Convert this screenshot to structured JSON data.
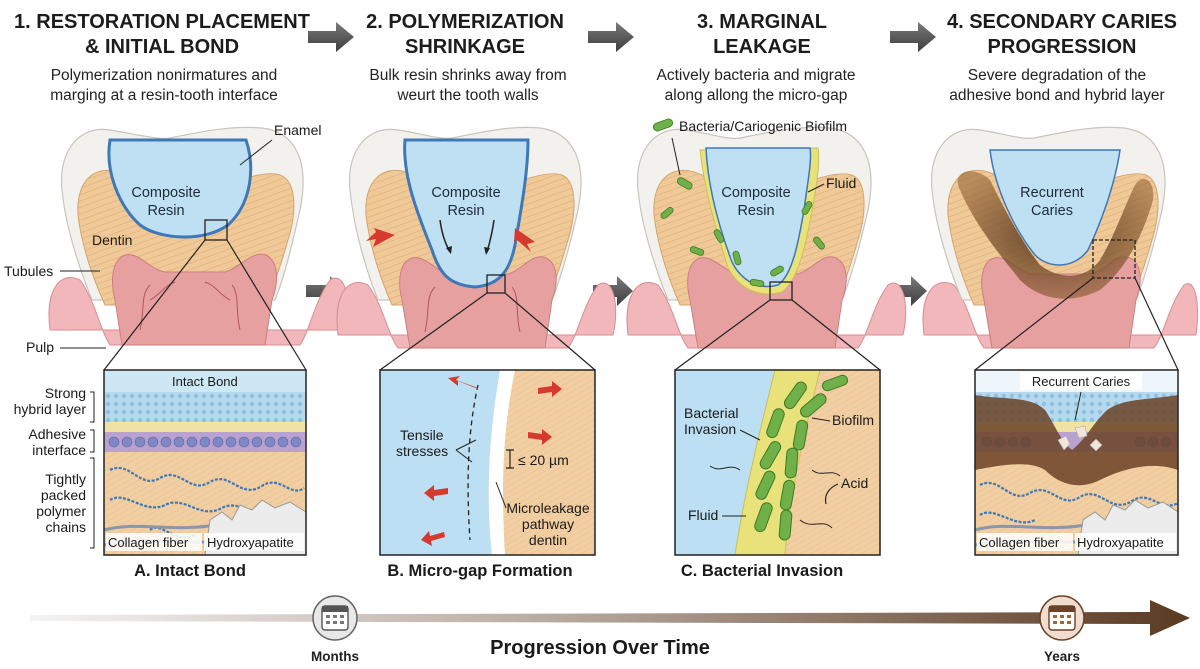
{
  "stages": [
    {
      "title_lines": [
        "1. RESTORATION PLACEMENT",
        "& INITIAL BOND"
      ],
      "desc_lines": [
        "Polymerization nonirmatures and",
        "marging at a resin-tooth interface"
      ],
      "resin_lines": [
        "Composite",
        "Resin"
      ]
    },
    {
      "title_lines": [
        "2. POLYMERIZATION",
        "SHRINKAGE"
      ],
      "desc_lines": [
        "Bulk resin shrinks away from",
        "weurt the tooth walls"
      ],
      "resin_lines": [
        "Composite",
        "Resin"
      ]
    },
    {
      "title_lines": [
        "3. MARGINAL",
        "LEAKAGE"
      ],
      "desc_lines": [
        "Actively bacteria and migrate",
        "along allong the micro-gap"
      ],
      "resin_lines": [
        "Composite",
        "Resin"
      ]
    },
    {
      "title_lines": [
        "4. SECONDARY CARIES",
        "PROGRESSION"
      ],
      "desc_lines": [
        "Severe degradation of the",
        "adhesive bond and hybrid layer"
      ],
      "resin_lines": [
        "Recurrent",
        "Caries"
      ]
    }
  ],
  "anatomy": {
    "enamel": "Enamel",
    "dentin": "Dentin",
    "tubules": "Tubules",
    "pulp": "Pulp",
    "bacteria_biofilm": "Bacteria/Cariogenic Biofilm",
    "fluid": "Fluid"
  },
  "panels": [
    {
      "caption": "A. Intact Bond",
      "top_label": "Intact Bond",
      "side_labels": [
        {
          "lines": [
            "Strong",
            "hybrid layer"
          ]
        },
        {
          "lines": [
            "Adhesive",
            "interface"
          ]
        },
        {
          "lines": [
            "Tightly",
            "packed",
            "polymer",
            "chains"
          ]
        }
      ],
      "bottom_labels": [
        "Collagen fiber",
        "Hydroxyapatite"
      ]
    },
    {
      "caption": "B. Micro-gap Formation",
      "labels": {
        "tensile": [
          "Tensile",
          "stresses"
        ],
        "gap": "≤ 20 µm",
        "pathway": [
          "Microleakage",
          "pathway",
          "dentin"
        ]
      }
    },
    {
      "caption": "C. Bacterial Invasion",
      "labels": {
        "invasion": [
          "Bacterial",
          "Invasion"
        ],
        "biofilm": "Biofilm",
        "acid": "Acid",
        "fluid": "Fluid"
      }
    },
    {
      "caption": "",
      "top_label": "Recurrent Caries",
      "bottom_labels": [
        "Collagen fiber",
        "Hydroxyapatite"
      ]
    }
  ],
  "timeline": {
    "title": "Progression Over Time",
    "start": "Months",
    "end": "Years"
  },
  "colors": {
    "enamel": "#f3f1ee",
    "dentin": "#f0c998",
    "pulp": "#e7a0a0",
    "gum": "#f1b7ba",
    "resin": "#bfe0f2",
    "resin_edge": "#3f78b7",
    "bacteria": "#6fb049",
    "fluid": "#e9e27a",
    "caries": "#6b4226",
    "arrow_red": "#d63a2f",
    "timeline_end": "#5a3a22"
  }
}
